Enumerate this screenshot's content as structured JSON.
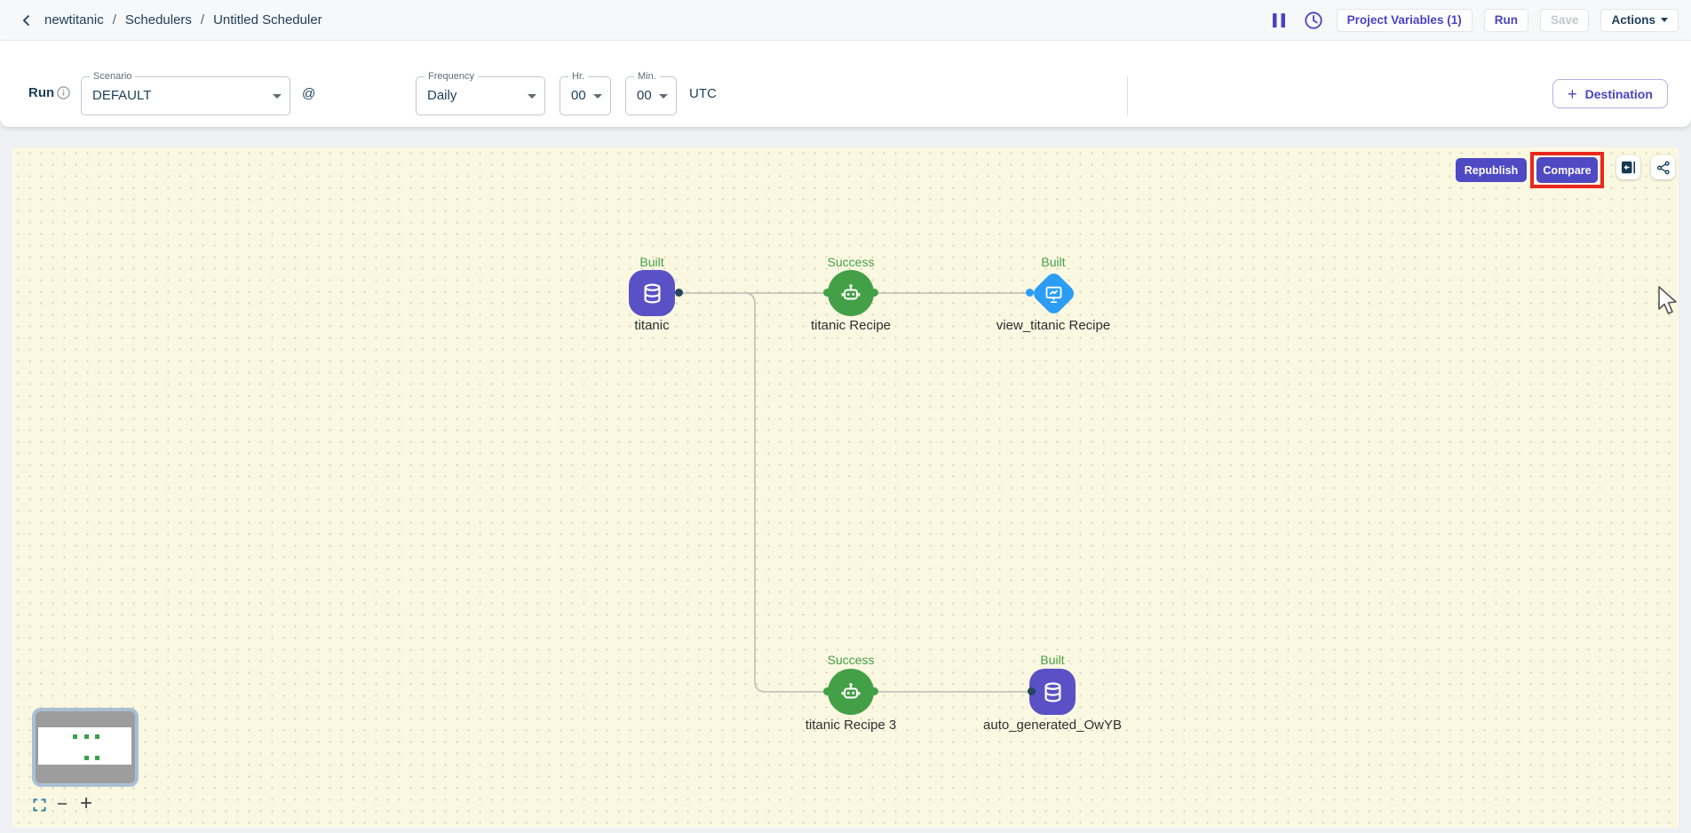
{
  "header": {
    "breadcrumb": {
      "project": "newtitanic",
      "section": "Schedulers",
      "current": "Untitled Scheduler",
      "separator": "/"
    },
    "project_variables_label": "Project Variables (1)",
    "run_label": "Run",
    "save_label": "Save",
    "actions_label": "Actions"
  },
  "scheduler_bar": {
    "run_label": "Run",
    "scenario_label": "Scenario",
    "scenario_value": "DEFAULT",
    "at": "@",
    "frequency_label": "Frequency",
    "frequency_value": "Daily",
    "hr_label": "Hr.",
    "hr_value": "00",
    "min_label": "Min.",
    "min_value": "00",
    "timezone": "UTC",
    "destination_label": "Destination",
    "destination_plus": "+"
  },
  "graph": {
    "republish_label": "Republish",
    "compare_label": "Compare",
    "nodes": [
      {
        "label": "titanic",
        "status": "Built",
        "type": "dataset"
      },
      {
        "label": "titanic Recipe",
        "status": "Success",
        "type": "recipe"
      },
      {
        "label": "view_titanic Recipe",
        "status": "Built",
        "type": "view-recipe"
      },
      {
        "label": "titanic Recipe 3",
        "status": "Success",
        "type": "recipe"
      },
      {
        "label": "auto_generated_OwYB",
        "status": "Built",
        "type": "dataset"
      }
    ],
    "colors": {
      "dataset": "#5a51c7",
      "recipe": "#43a047",
      "view_recipe": "#2b9df4",
      "status_text": "#43a047",
      "edge": "#c6c3bb",
      "compare_annotation": "#e8281e",
      "accent_indigo": "#4a43c4",
      "canvas_bg": "#fbf8e2"
    }
  },
  "minimap": {
    "dots": [
      [
        39,
        8
      ],
      [
        52,
        8
      ],
      [
        64,
        8
      ],
      [
        52,
        32
      ],
      [
        64,
        32
      ]
    ]
  },
  "zoom_controls": {
    "zoom_out": "−",
    "zoom_in": "+"
  }
}
